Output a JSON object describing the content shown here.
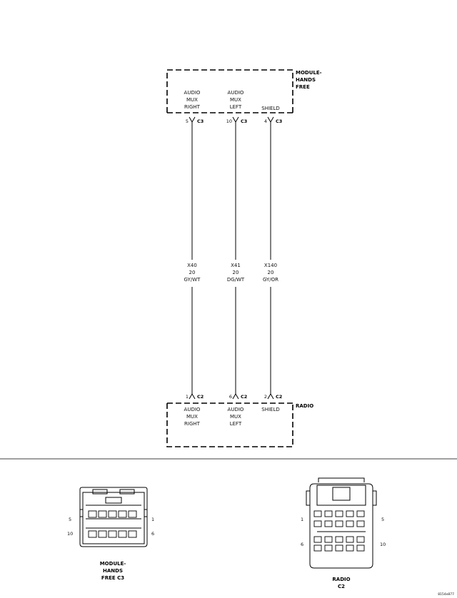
{
  "module": {
    "name_line1": "MODULE-",
    "name_line2": "HANDS",
    "name_line3": "FREE",
    "pins": [
      {
        "label_line1": "AUDIO",
        "label_line2": "MUX",
        "label_line3": "RIGHT",
        "pin": "5",
        "connector": "C3"
      },
      {
        "label_line1": "AUDIO",
        "label_line2": "MUX",
        "label_line3": "LEFT",
        "pin": "10",
        "connector": "C3"
      },
      {
        "label_line1": "SHIELD",
        "pin": "4",
        "connector": "C3"
      }
    ]
  },
  "wires": [
    {
      "circuit": "X40",
      "gauge": "20",
      "color": "GY/WT"
    },
    {
      "circuit": "X41",
      "gauge": "20",
      "color": "DG/WT"
    },
    {
      "circuit": "X140",
      "gauge": "20",
      "color": "GY/OR"
    }
  ],
  "radio": {
    "name": "RADIO",
    "pins": [
      {
        "label_line1": "AUDIO",
        "label_line2": "MUX",
        "label_line3": "RIGHT",
        "pin": "1",
        "connector": "C2"
      },
      {
        "label_line1": "AUDIO",
        "label_line2": "MUX",
        "label_line3": "LEFT",
        "pin": "6",
        "connector": "C2"
      },
      {
        "label_line1": "SHIELD",
        "pin": "2",
        "connector": "C2"
      }
    ]
  },
  "connector_views": {
    "hands_free": {
      "pin_top_left": "5",
      "pin_top_right": "1",
      "pin_bottom_left": "10",
      "pin_bottom_right": "6",
      "caption_line1": "MODULE-",
      "caption_line2": "HANDS",
      "caption_line3": "FREE C3"
    },
    "radio": {
      "pin_top_left": "1",
      "pin_top_right": "5",
      "pin_bottom_left": "6",
      "pin_bottom_right": "10",
      "caption_line1": "RADIO",
      "caption_line2": "C2"
    }
  },
  "figure_id": "8154e877"
}
